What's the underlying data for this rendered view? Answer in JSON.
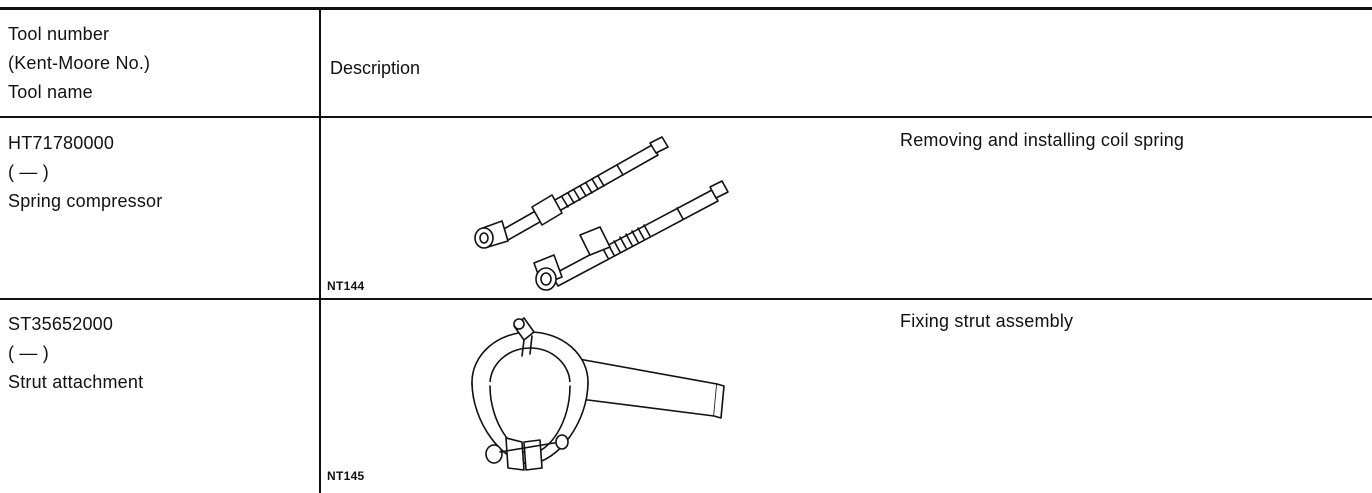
{
  "header": {
    "col1_lines": [
      "Tool number",
      "(Kent-Moore No.)",
      "Tool name"
    ],
    "col2": "Description"
  },
  "rows": [
    {
      "tool_number": "HT71780000",
      "kent_moore": "(   —   )",
      "tool_name": "Spring compressor",
      "figure_code": "NT144",
      "description": "Removing and installing coil spring",
      "illustration_icon": "spring-compressor-icon"
    },
    {
      "tool_number": "ST35652000",
      "kent_moore": "(   —   )",
      "tool_name": "Strut attachment",
      "figure_code": "NT145",
      "description": "Fixing strut assembly",
      "illustration_icon": "strut-attachment-icon"
    }
  ]
}
